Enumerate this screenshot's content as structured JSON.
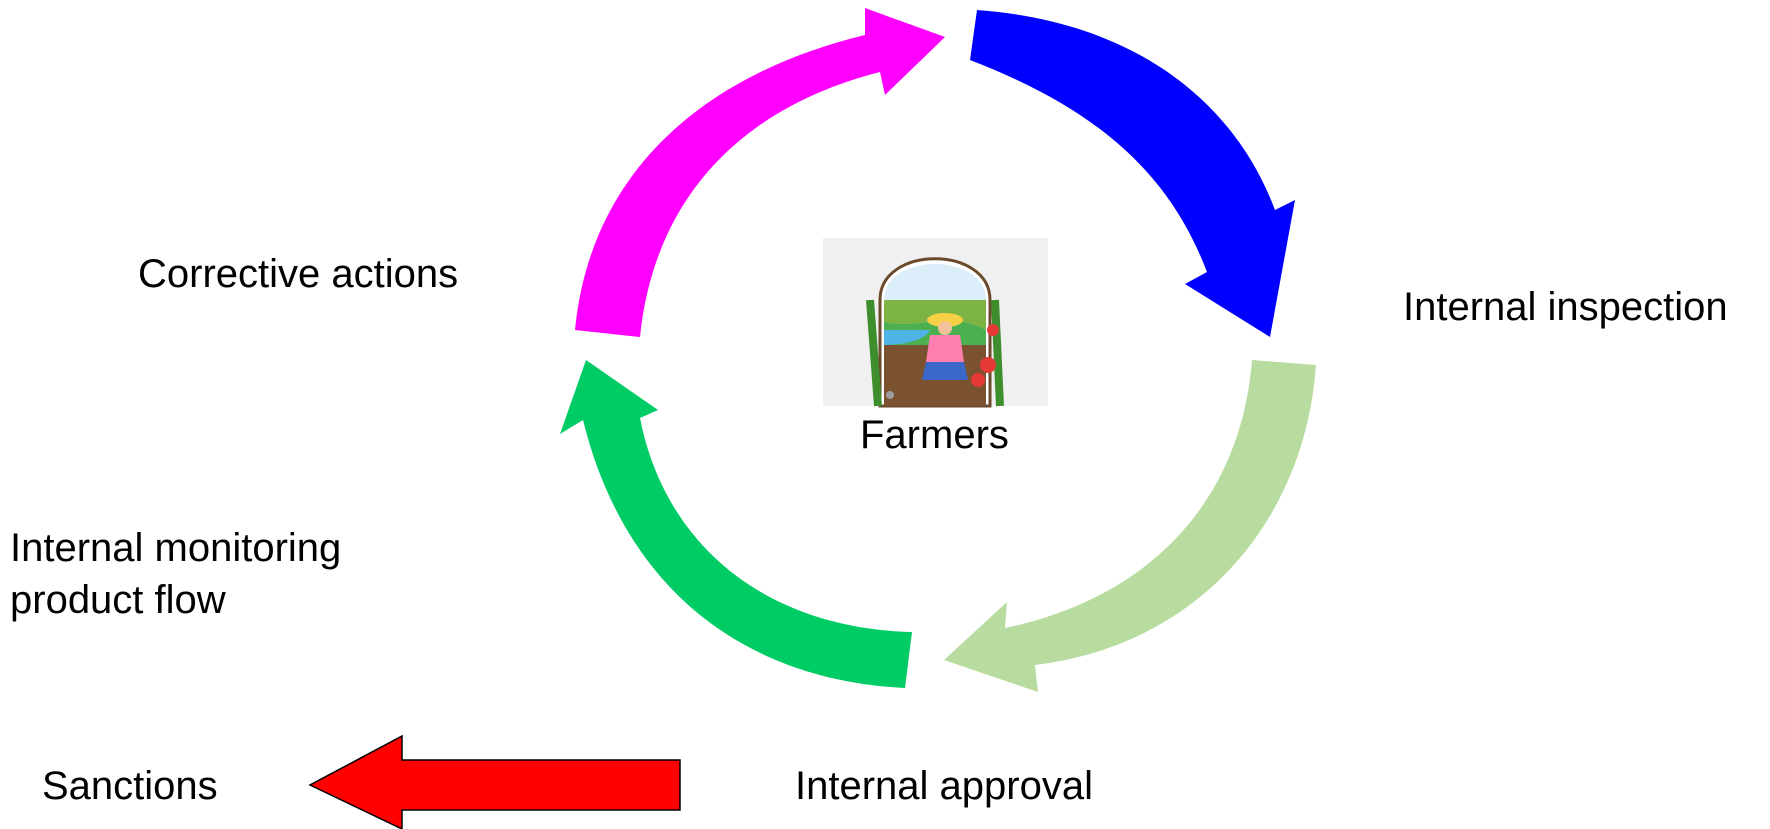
{
  "center": {
    "label": "Farmers",
    "image_icon": "farmer-picking-tomatoes-illustration"
  },
  "cycle_steps": [
    {
      "label": "Internal inspection",
      "arrow_color": "#0000ff"
    },
    {
      "label": "Internal approval",
      "arrow_color": "#b8dca0"
    },
    {
      "label_lines": [
        "Internal monitoring",
        "product flow"
      ],
      "arrow_color": "#00cc66"
    },
    {
      "label": "Corrective actions",
      "arrow_color": "#ff00ff"
    }
  ],
  "exit_step": {
    "label": "Sanctions",
    "arrow_color": "#ff0000"
  }
}
